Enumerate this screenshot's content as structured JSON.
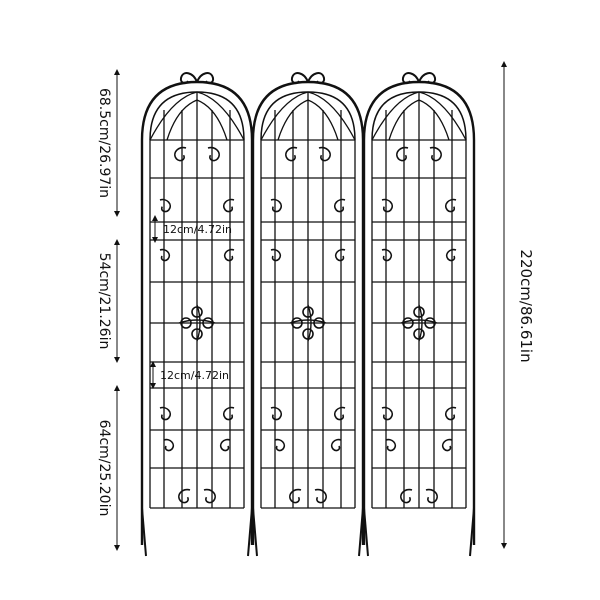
{
  "dimensions": {
    "top_section": "68.5cm/26.97in",
    "middle_section": "54cm/21.26in",
    "bottom_section": "64cm/25.20in",
    "total_height": "220cm/86.61in",
    "gap_upper": "12cm/4.72in",
    "gap_lower": "12cm/4.72in"
  },
  "panel_count": 3,
  "colors": {
    "line": "#111111",
    "background": "#ffffff"
  }
}
